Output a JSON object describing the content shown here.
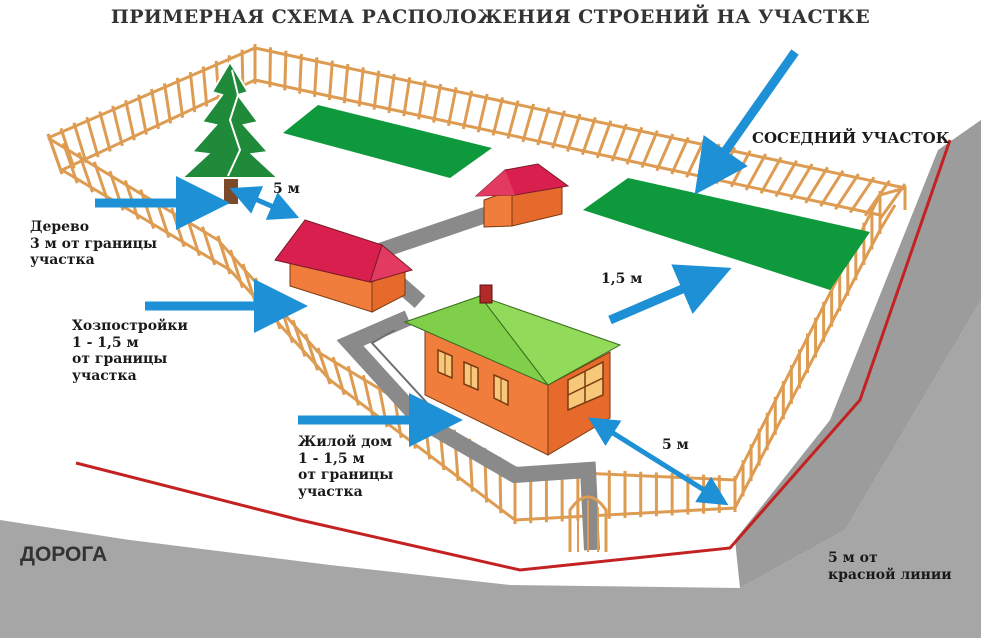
{
  "title": "ПРИМЕРНАЯ СХЕМА РАСПОЛОЖЕНИЯ СТРОЕНИЙ НА УЧАСТКЕ",
  "labels": {
    "road": "ДОРОГА",
    "neighbor": "СОСЕДНИЙ УЧАСТОК",
    "tree": [
      "Дерево",
      "3 м от границы",
      "участка"
    ],
    "outbuildings": [
      "Хозпостройки",
      "1 - 1,5 м",
      "от границы",
      "участка"
    ],
    "house": [
      "Жилой дом",
      "1 - 1,5 м",
      "от границы",
      "участка"
    ],
    "red_line": [
      "5 м от",
      "красной линии"
    ]
  },
  "distances": {
    "tree_to_shed": "5 м",
    "house_to_garden": "1,5 м",
    "house_to_fence": "5 м"
  },
  "colors": {
    "fence": "#dd9c52",
    "garden_bed": "#0e9a3c",
    "house_wall": "#f07d3c",
    "house_roof": "#7fcf4a",
    "shed_roof": "#d81f4d",
    "shed_wall": "#f07d3c",
    "path": "#8a8a8a",
    "arrow": "#1e90d6",
    "red_line": "#c42222",
    "road": "#a6a6a6",
    "tree": "#1e8a3a"
  },
  "icons": {
    "tree": "fir-tree-icon",
    "arrow": "arrow-icon",
    "gate": "gate-icon"
  }
}
